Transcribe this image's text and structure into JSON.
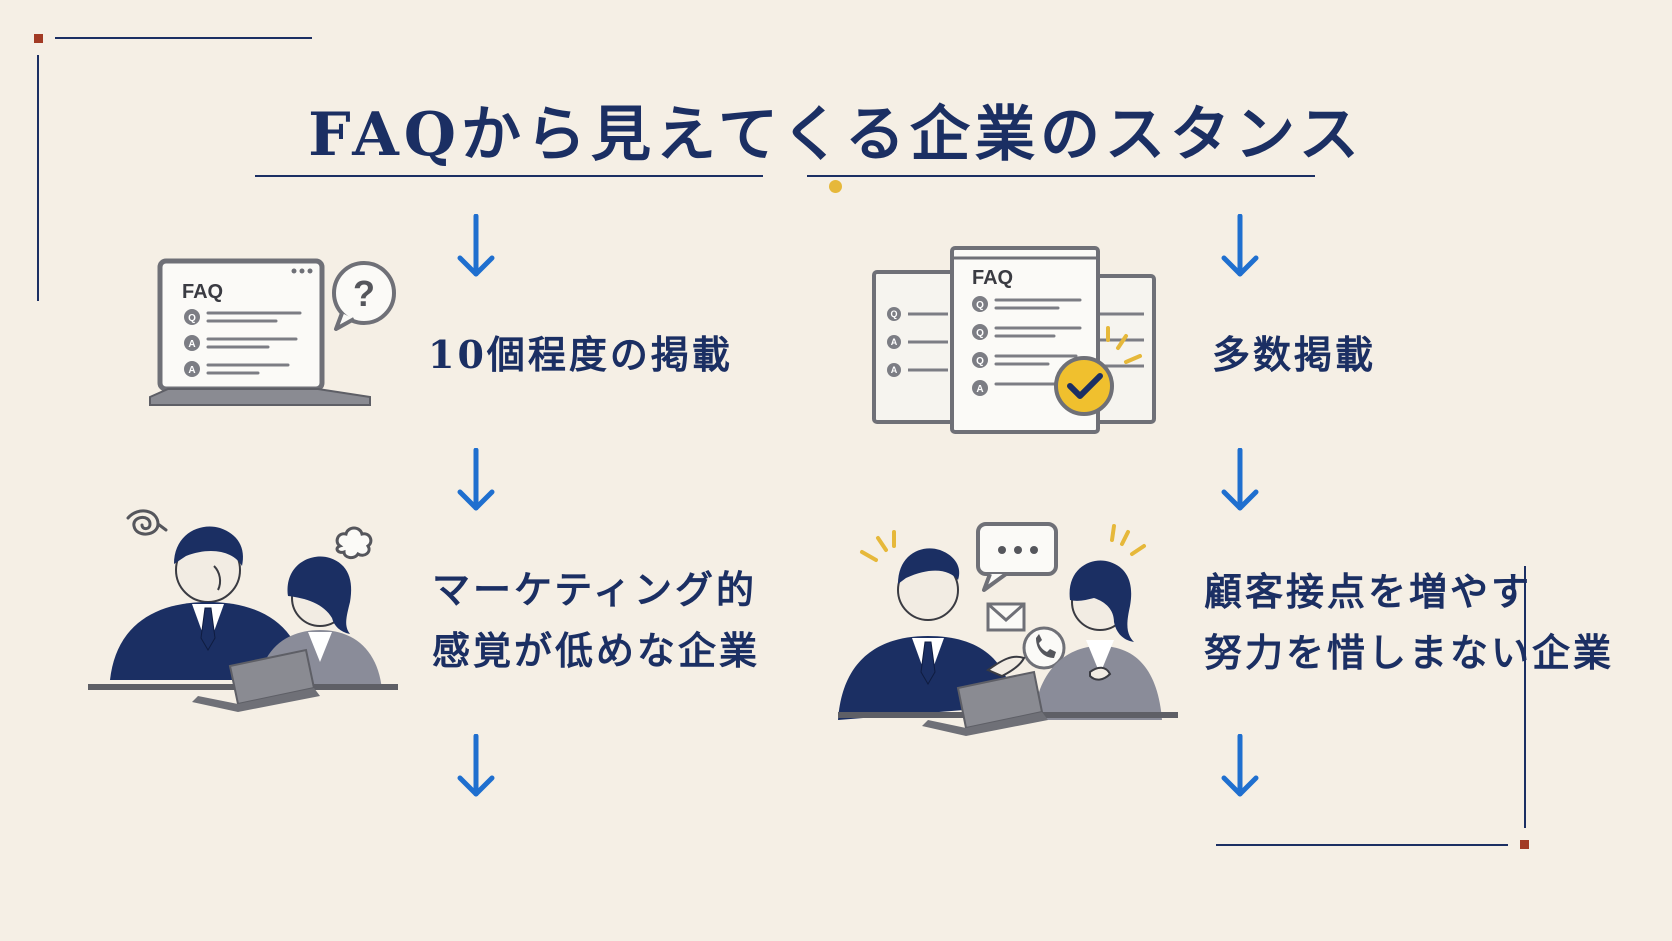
{
  "title": "FAQから見えてくる企業のスタンス",
  "colors": {
    "navy": "#1b2f63",
    "arrow_blue": "#1f6fcf",
    "accent_gold": "#e6b83a",
    "corner_red": "#a23a24",
    "background": "#f5efe5"
  },
  "left": {
    "illustration_label": "FAQ",
    "step1": "10個程度の掲載",
    "step2_line1": "マーケティング的",
    "step2_line2": "感覚が低めな企業"
  },
  "right": {
    "illustration_label": "FAQ",
    "step1": "多数掲載",
    "step2_line1": "顧客接点を増やす",
    "step2_line2": "努力を惜しまない企業"
  },
  "icons": {
    "arrow": "down-arrow-icon",
    "laptop": "laptop-faq-icon",
    "question": "question-bubble-icon",
    "documents": "faq-documents-icon",
    "check": "check-badge-icon",
    "chat": "chat-bubble-icon",
    "mail": "mail-icon",
    "phone": "phone-icon",
    "stress": "stress-scribble-icon",
    "sigh": "sigh-puff-icon"
  }
}
